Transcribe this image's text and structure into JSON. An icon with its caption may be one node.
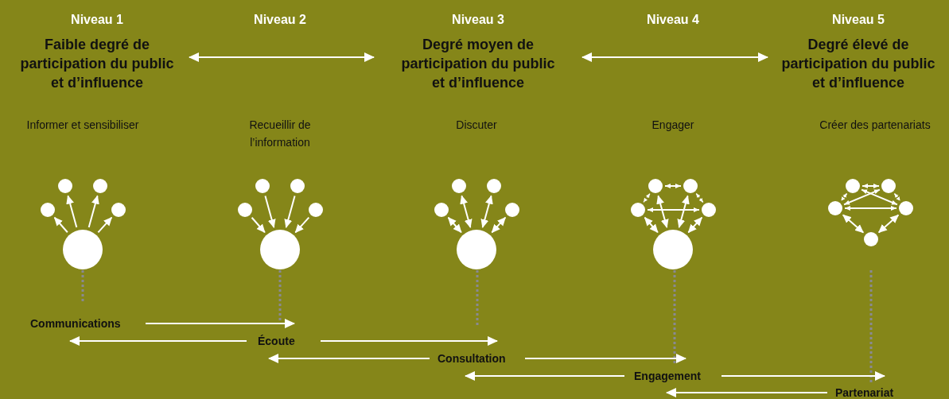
{
  "diagram": {
    "nodes": [
      {
        "text": [
          "Niveau 1",
          "Faible degré de participation du public et d’influence"
        ]
      },
      {
        "text": [
          "Niveau 2"
        ]
      },
      {
        "text": [
          "Niveau 3",
          "Degré moyen de participation du public et d’influence"
        ]
      },
      {
        "text": [
          "Niveau 4"
        ]
      },
      {
        "text": [
          "Niveau 5",
          "Degré élevé de participation du public et d’influence"
        ]
      }
    ],
    "edges": [
      {
        "from": 0,
        "to": 2,
        "arrow": "both"
      },
      {
        "from": 2,
        "to": 4,
        "arrow": "both"
      }
    ],
    "labels": [
      "Informer et sensibiliser",
      "Recueillir de l’information",
      "Discuter",
      "Engager",
      "Créer des partenariats",
      "Communications",
      "Écoute",
      "Consultation",
      "Engagement",
      "Partenariat"
    ]
  }
}
